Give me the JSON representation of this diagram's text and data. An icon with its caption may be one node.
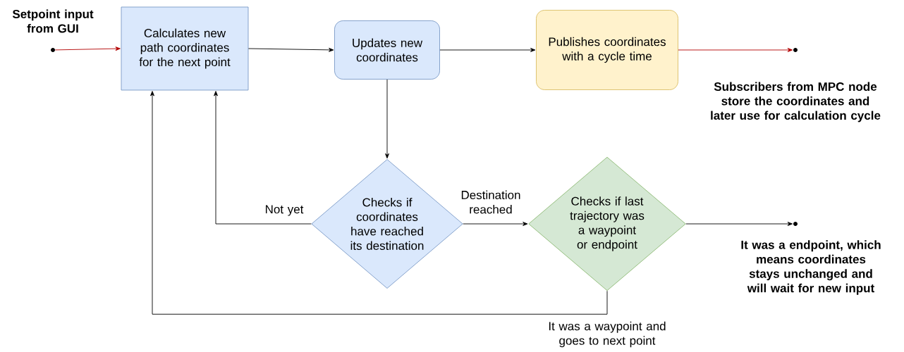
{
  "diagram": {
    "nodes": [
      {
        "text": [],
        "shape": "circle",
        "beside": [
          "Setpoint input from GUI"
        ]
      },
      {
        "text": [
          "Calculates new path coordinates for the next point"
        ]
      },
      {
        "text": [
          "Updates new coordinates"
        ]
      },
      {
        "text": [
          "Publishes coordinates with a cycle time"
        ]
      },
      {
        "text": [],
        "shape": "circle",
        "beside": [
          "Subscribers from MPC node store the coordinates and later use for calculation cycle"
        ]
      },
      {
        "text": [
          "Checks if coordinates have reached its destination"
        ]
      },
      {
        "text": [
          "Checks if last trajectory was a waypoint or endpoint"
        ]
      },
      {
        "text": [],
        "shape": "circle",
        "beside": [
          "It was a endpoint, which means coordinates stays unchanged and will wait for new input"
        ]
      }
    ],
    "edges": [
      {
        "from": 0,
        "to": 1,
        "arrow": "to",
        "color": "#b20000"
      },
      {
        "from": 1,
        "to": 2,
        "arrow": "to"
      },
      {
        "from": 2,
        "to": 3,
        "arrow": "to"
      },
      {
        "from": 3,
        "to": 4,
        "arrow": "to",
        "color": "#b20000"
      },
      {
        "from": 2,
        "to": 5,
        "arrow": "to"
      },
      {
        "from": 5,
        "to": 1,
        "arrow": "to",
        "label": "Not yet"
      },
      {
        "from": 5,
        "to": 6,
        "arrow": "to",
        "label": "Destination reached"
      },
      {
        "from": 6,
        "to": 7,
        "arrow": "to"
      },
      {
        "from": 6,
        "to": 1,
        "arrow": "to",
        "label": "It was a waypoint and goes to next point"
      }
    ]
  }
}
